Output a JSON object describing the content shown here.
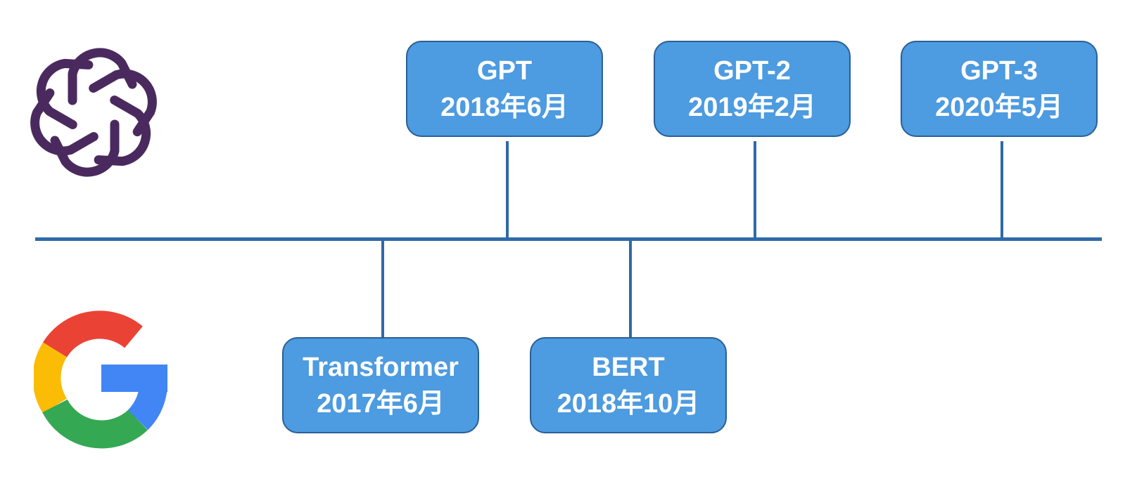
{
  "colors": {
    "axis": "#2f6aa8",
    "card_fill": "#4d9be0",
    "card_border": "#2c5f95",
    "card_text": "#ffffff",
    "openai_logo": "#4a2a5e",
    "google_red": "#ea4335",
    "google_yellow": "#fbbc05",
    "google_green": "#34a853",
    "google_blue": "#4285f4"
  },
  "logos": {
    "top": "openai-logo-icon",
    "bottom": "google-logo-icon"
  },
  "events": {
    "gpt": {
      "name": "GPT",
      "date": "2018年6月"
    },
    "gpt2": {
      "name": "GPT-2",
      "date": "2019年2月"
    },
    "gpt3": {
      "name": "GPT-3",
      "date": "2020年5月"
    },
    "transformer": {
      "name": "Transformer",
      "date": "2017年6月"
    },
    "bert": {
      "name": "BERT",
      "date": "2018年10月"
    }
  }
}
